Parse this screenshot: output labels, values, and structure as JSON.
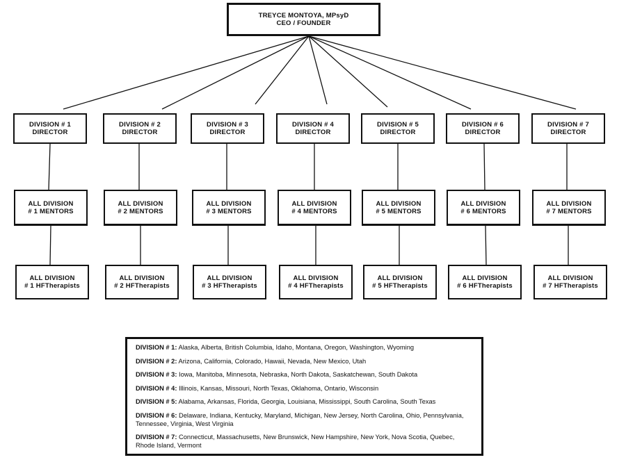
{
  "ceo": {
    "name": "TREYCE MONTOYA, MPsyD",
    "title": "CEO / FOUNDER"
  },
  "divisions": [
    {
      "director": [
        "DIVISION # 1",
        "DIRECTOR"
      ],
      "mentors": [
        "ALL DIVISION",
        "# 1 MENTORS"
      ],
      "therapists": [
        "ALL DIVISION",
        "# 1 HFTherapists"
      ]
    },
    {
      "director": [
        "DIVISION # 2",
        "DIRECTOR"
      ],
      "mentors": [
        "ALL DIVISION",
        "# 2 MENTORS"
      ],
      "therapists": [
        "ALL DIVISION",
        "# 2 HFTherapists"
      ]
    },
    {
      "director": [
        "DIVISION # 3",
        "DIRECTOR"
      ],
      "mentors": [
        "ALL DIVISION",
        "# 3 MENTORS"
      ],
      "therapists": [
        "ALL DIVISION",
        "# 3 HFTherapists"
      ]
    },
    {
      "director": [
        "DIVISION # 4",
        "DIRECTOR"
      ],
      "mentors": [
        "ALL DIVISION",
        "# 4 MENTORS"
      ],
      "therapists": [
        "ALL DIVISION",
        "# 4 HFTherapists"
      ]
    },
    {
      "director": [
        "DIVISION # 5",
        "DIRECTOR"
      ],
      "mentors": [
        "ALL DIVISION",
        "# 5 MENTORS"
      ],
      "therapists": [
        "ALL DIVISION",
        "# 5 HFTherapists"
      ]
    },
    {
      "director": [
        "DIVISION # 6",
        "DIRECTOR"
      ],
      "mentors": [
        "ALL DIVISION",
        "# 6 MENTORS"
      ],
      "therapists": [
        "ALL DIVISION",
        "# 6 HFTherapists"
      ]
    },
    {
      "director": [
        "DIVISION # 7",
        "DIRECTOR"
      ],
      "mentors": [
        "ALL DIVISION",
        "# 7 MENTORS"
      ],
      "therapists": [
        "ALL DIVISION",
        "# 7 HFTherapists"
      ]
    }
  ],
  "legend": [
    {
      "label": "DIVISION # 1:",
      "regions": "Alaska, Alberta, British Columbia, Idaho, Montana, Oregon, Washington, Wyoming"
    },
    {
      "label": "DIVISION # 2:",
      "regions": "Arizona, California, Colorado, Hawaii, Nevada, New Mexico, Utah"
    },
    {
      "label": "DIVISION # 3:",
      "regions": "Iowa, Manitoba, Minnesota, Nebraska, North Dakota, Saskatchewan, South Dakota"
    },
    {
      "label": "DIVISION # 4:",
      "regions": "Illinois, Kansas, Missouri, North Texas, Oklahoma, Ontario, Wisconsin"
    },
    {
      "label": "DIVISION # 5:",
      "regions": "Alabama, Arkansas, Florida, Georgia, Louisiana, Mississippi, South Carolina, South Texas"
    },
    {
      "label": "DIVISION # 6:",
      "regions": "Delaware, Indiana, Kentucky, Maryland, Michigan, New Jersey, North Carolina, Ohio, Pennsylvania, Tennessee, Virginia, West Virginia"
    },
    {
      "label": "DIVISION # 7:",
      "regions": "Connecticut, Massachusetts, New Brunswick, New Hampshire, New York, Nova Scotia, Quebec, Rhode Island, Vermont"
    }
  ]
}
